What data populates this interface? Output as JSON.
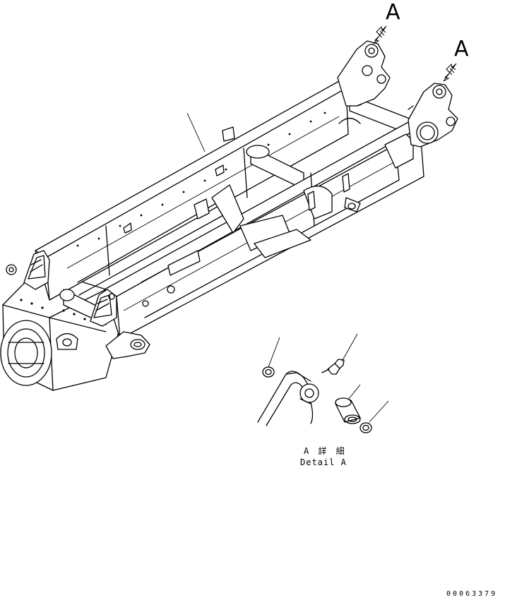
{
  "view_labels": {
    "left": "A",
    "right": "A"
  },
  "detail_caption": {
    "japanese": "A 詳 細",
    "english": "Detail A"
  },
  "drawing_number": "00063379",
  "icons": {
    "view_arrow": "view-direction-arrow-icon"
  }
}
